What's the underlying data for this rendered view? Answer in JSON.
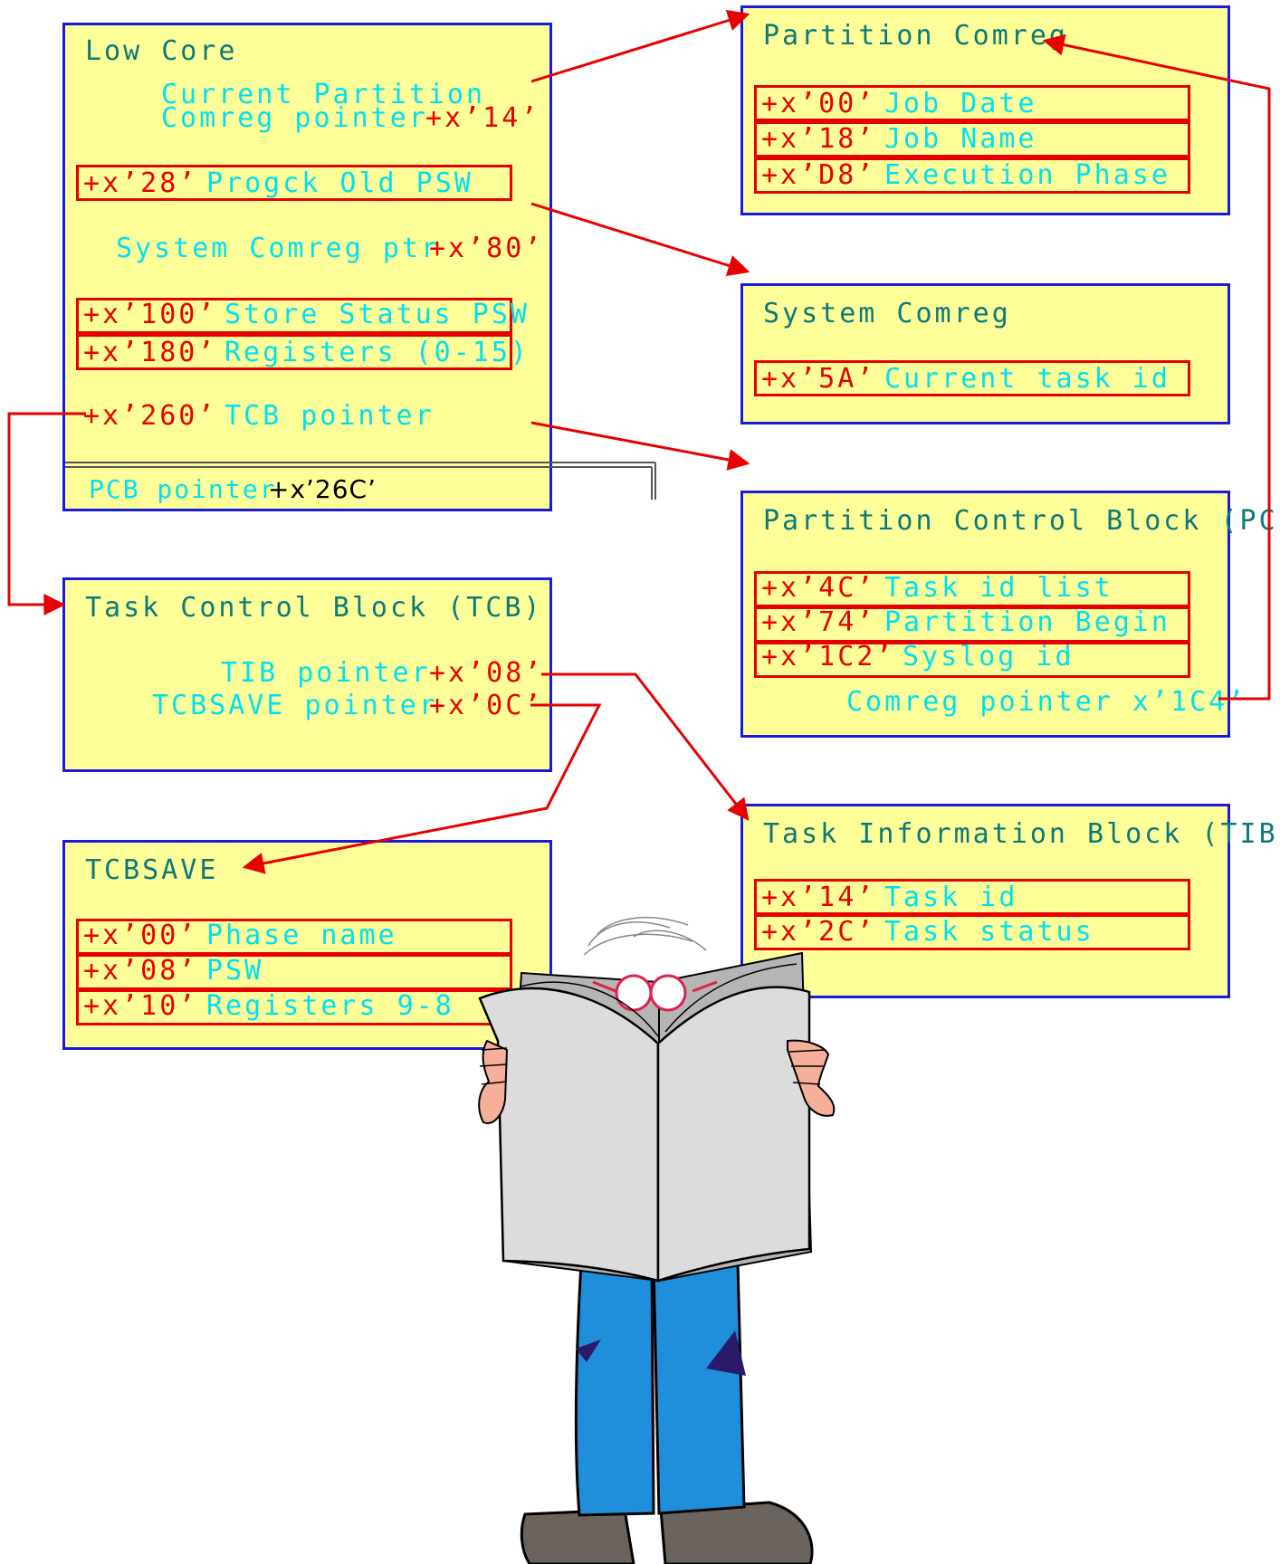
{
  "low_core": {
    "title": "Low Core",
    "cur_part_line1": "Current Partition",
    "cur_part_line2": "Comreg pointer",
    "cur_part_off": "+x’14’",
    "progck_off": "+x’28’",
    "progck_label": "Progck Old PSW",
    "sys_comreg_label": "System Comreg ptr",
    "sys_comreg_off": "+x’80’",
    "store_status_off": "+x’100’",
    "store_status_label": "Store Status PSW",
    "registers_off": "+x’180’",
    "registers_label": "Registers (0-15)",
    "tcb_ptr_off": "+x’260’",
    "tcb_ptr_label": "TCB pointer",
    "pcb_ptr_label": "PCB pointer",
    "pcb_ptr_off": "+x’26C’"
  },
  "partition_comreg": {
    "title": "Partition Comreg",
    "rows": [
      {
        "off": "+x’00’",
        "label": "Job Date"
      },
      {
        "off": "+x’18’",
        "label": "Job Name"
      },
      {
        "off": "+x’D8’",
        "label": "Execution Phase"
      }
    ]
  },
  "system_comreg": {
    "title": "System Comreg",
    "rows": [
      {
        "off": "+x’5A’",
        "label": "Current task id"
      }
    ]
  },
  "pcb": {
    "title": "Partition Control Block (PCB",
    "rows": [
      {
        "off": "+x’4C’",
        "label": "Task id list"
      },
      {
        "off": "+x’74’",
        "label": "Partition Begin"
      },
      {
        "off": "+x’1C2’",
        "label": "Syslog id"
      }
    ],
    "comreg_label": "Comreg pointer x’1C4’"
  },
  "tcb": {
    "title": "Task Control Block (TCB)",
    "tib_label": "TIB pointer",
    "tib_off": "+x’08’",
    "tcbsave_label": "TCBSAVE pointer",
    "tcbsave_off": "+x’0C’"
  },
  "tib": {
    "title": "Task Information Block (TIB)",
    "rows": [
      {
        "off": "+x’14’",
        "label": "Task id"
      },
      {
        "off": "+x’2C’",
        "label": "Task status"
      }
    ]
  },
  "tcbsave": {
    "title": "TCBSAVE",
    "rows": [
      {
        "off": "+x’00’",
        "label": "Phase name"
      },
      {
        "off": "+x’08’",
        "label": "PSW"
      },
      {
        "off": "+x’10’",
        "label": "Registers 9-8"
      }
    ]
  },
  "colors": {
    "box_fill": "#ffff99",
    "box_border": "#1a1adc",
    "arrow": "#e80000",
    "header_text": "#0a7a78",
    "label_text": "#00e0f0",
    "offset_text": "#e80000"
  }
}
